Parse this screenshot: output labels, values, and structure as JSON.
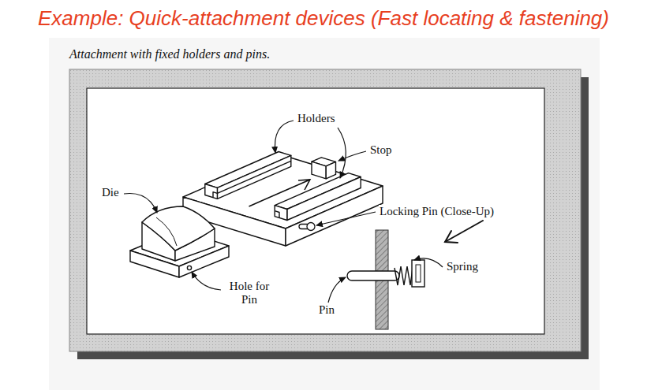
{
  "diagram": {
    "title": "Example: Quick-attachment devices (Fast locating & fastening)",
    "caption": "Attachment with fixed holders and pins.",
    "labels": [
      "Holders",
      "Stop",
      "Die",
      "Locking Pin (Close-Up)",
      "Hole for Pin",
      "Spring",
      "Pin"
    ]
  }
}
